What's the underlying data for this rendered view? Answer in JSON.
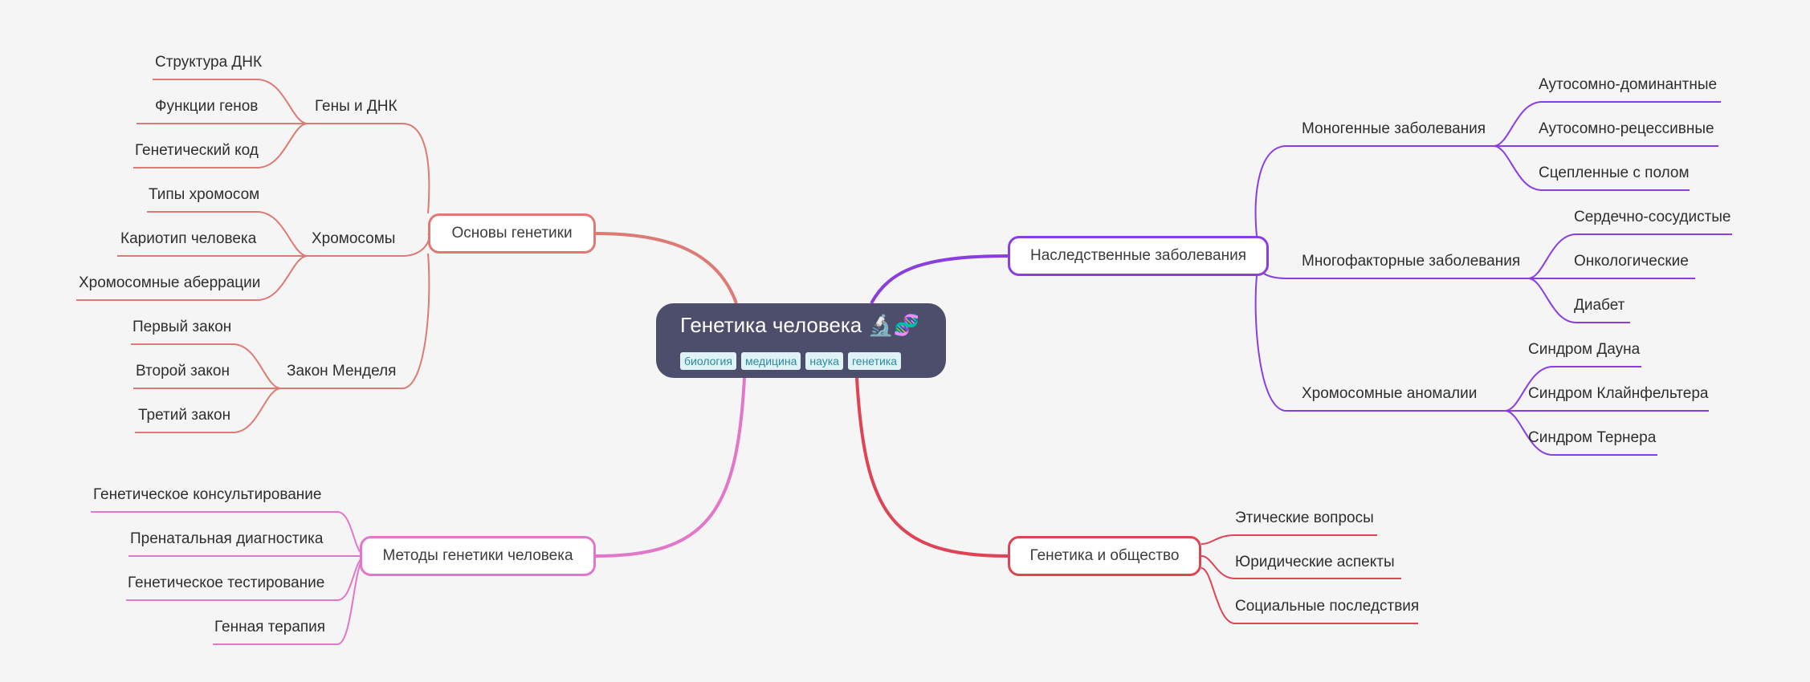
{
  "root": {
    "title": "Генетика человека 🔬🧬",
    "tags": [
      "биология",
      "медицина",
      "наука",
      "генетика"
    ]
  },
  "colors": {
    "background": "#f5f5f6",
    "root": "#4c4e6c",
    "osnovy": "#de7a74",
    "nasled": "#8a3ee0",
    "metody": "#e277c9",
    "obshchestvo": "#de4453"
  },
  "branches": {
    "osnovy": {
      "label": "Основы генетики",
      "groups": [
        {
          "label": "Гены и ДНК",
          "items": [
            "Структура ДНК",
            "Функции генов",
            "Генетический код"
          ]
        },
        {
          "label": "Хромосомы",
          "items": [
            "Типы хромосом",
            "Кариотип человека",
            "Хромосомные аберрации"
          ]
        },
        {
          "label": "Закон Менделя",
          "items": [
            "Первый закон",
            "Второй закон",
            "Третий закон"
          ]
        }
      ]
    },
    "nasled": {
      "label": "Наследственные заболевания",
      "groups": [
        {
          "label": "Моногенные заболевания",
          "items": [
            "Аутосомно-доминантные",
            "Аутосомно-рецессивные",
            "Сцепленные с полом"
          ]
        },
        {
          "label": "Многофакторные заболевания",
          "items": [
            "Сердечно-сосудистые",
            "Онкологические",
            "Диабет"
          ]
        },
        {
          "label": "Хромосомные аномалии",
          "items": [
            "Синдром Дауна",
            "Синдром Клайнфельтера",
            "Синдром Тернера"
          ]
        }
      ]
    },
    "metody": {
      "label": "Методы генетики человека",
      "items": [
        "Генетическое консультирование",
        "Пренатальная диагностика",
        "Генетическое тестирование",
        "Генная терапия"
      ]
    },
    "obshchestvo": {
      "label": "Генетика и общество",
      "items": [
        "Этические вопросы",
        "Юридические аспекты",
        "Социальные последствия"
      ]
    }
  }
}
